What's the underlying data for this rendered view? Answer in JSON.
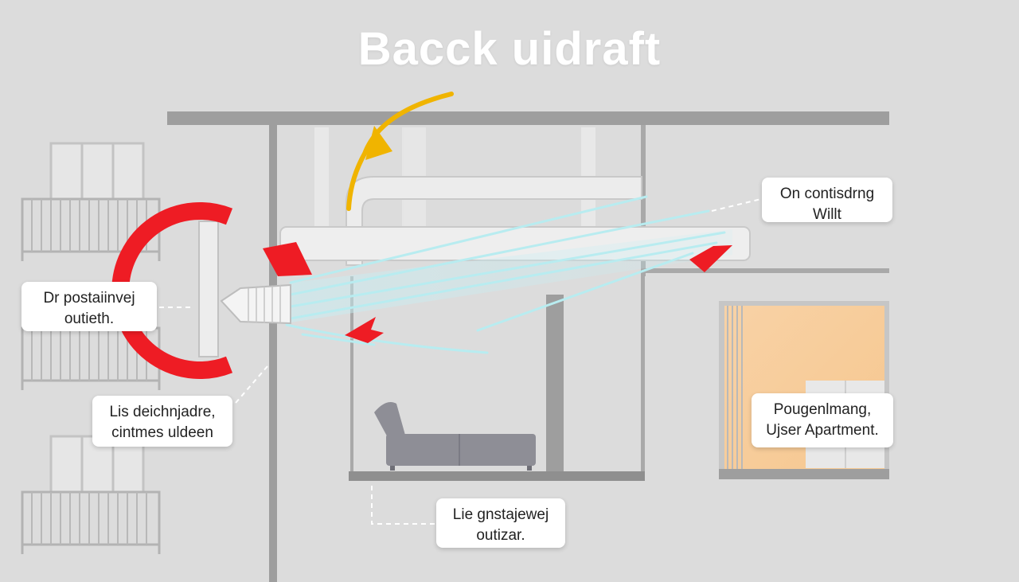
{
  "title": "Bacck uidraft",
  "callouts": {
    "top_right": {
      "line1": "On contisdrng",
      "line2": "Willt"
    },
    "left": {
      "line1": "Dr postaiinvej",
      "line2": "outieth."
    },
    "lower_left": {
      "line1": "Lis deichnjadre,",
      "line2": "cintmes uldeen"
    },
    "right": {
      "line1": "Pougenlmang,",
      "line2": "Ujser Apartment."
    },
    "bottom": {
      "line1": "Lie gnstajewej",
      "line2": "outizar."
    }
  },
  "colors": {
    "background": "#dcdcdc",
    "wall": "#9b9b9b",
    "red_arrow": "#ee1c24",
    "yellow_arrow": "#f0b400",
    "airflow": "#b8ecf0",
    "sofa": "#8e8e96",
    "apartment_glow": "#f6c78f"
  }
}
